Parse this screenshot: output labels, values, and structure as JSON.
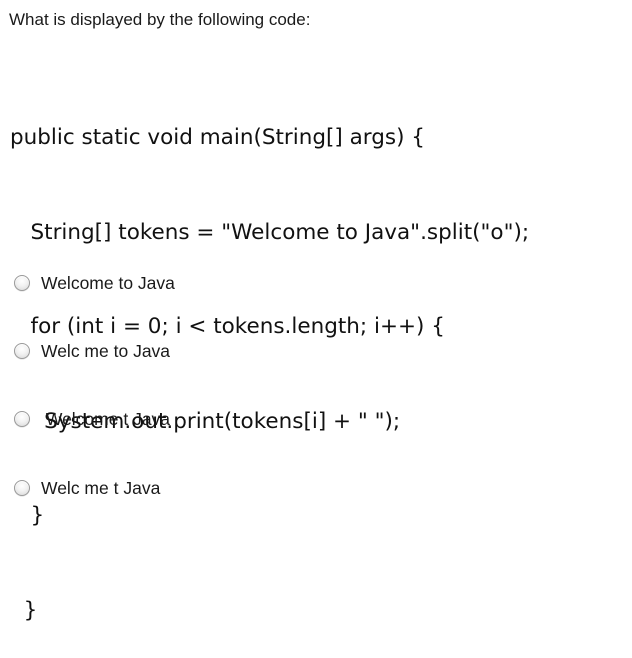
{
  "question": {
    "prompt": "What is displayed by the following code:"
  },
  "code": {
    "lines": [
      "public static void main(String[] args) {",
      "   String[] tokens = \"Welcome to Java\".split(\"o\");",
      "   for (int i = 0; i < tokens.length; i++) {",
      "     System.out.print(tokens[i] + \" \");",
      "   }",
      "  }"
    ]
  },
  "options": [
    {
      "label": "Welcome to Java",
      "selected": false
    },
    {
      "label": "Welc me to Java",
      "selected": false
    },
    {
      "label": " Welcome t Java",
      "selected": false
    },
    {
      "label": "Welc me t Java",
      "selected": false
    }
  ]
}
